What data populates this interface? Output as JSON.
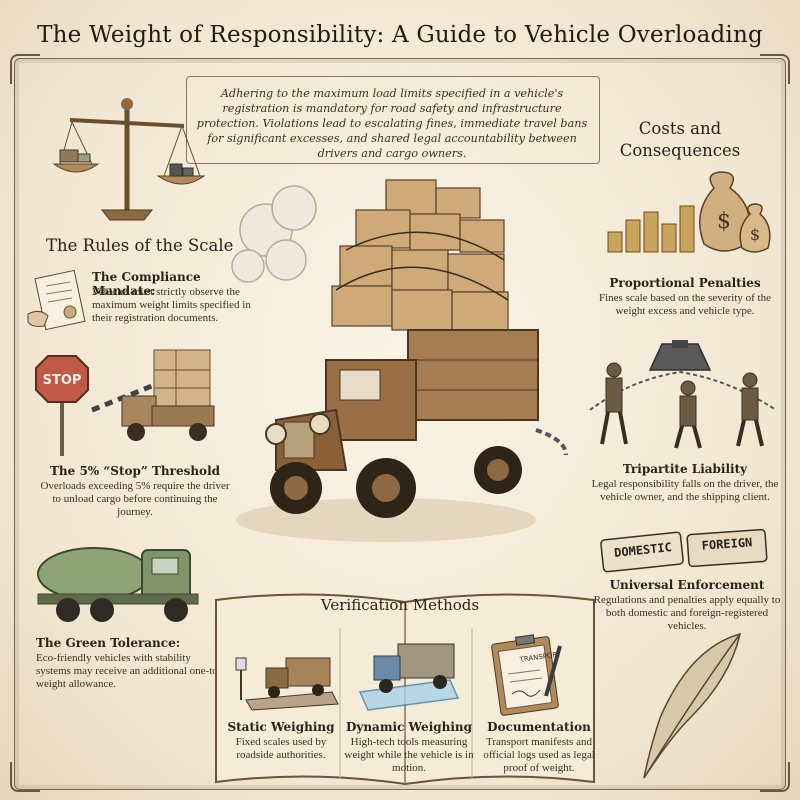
{
  "title": "The Weight of Responsibility: A Guide to Vehicle Overloading",
  "intro": "Adhering to the maximum load limits specified in a vehicle's registration is mandatory for road safety and infrastructure protection. Violations lead to escalating fines, immediate travel bans for significant excesses, and shared legal accountability between drivers and cargo owners.",
  "left": {
    "heading": "The Rules of the Scale",
    "items": [
      {
        "title": "The Compliance Mandate:",
        "text": "Vehicles must strictly observe the maximum weight limits specified in their registration documents."
      },
      {
        "title": "The 5% “Stop” Threshold",
        "text": "Overloads exceeding 5% require the driver to unload cargo before continuing the journey."
      },
      {
        "title": "The Green Tolerance:",
        "text": "Eco-friendly vehicles with stability systems may receive an additional one-ton weight allowance."
      }
    ],
    "stop_sign": "STOP"
  },
  "right": {
    "heading": "Costs and Consequences",
    "items": [
      {
        "title": "Proportional Penalties",
        "text": "Fines scale based on the severity of the weight excess and vehicle type."
      },
      {
        "title": "Tripartite Liability",
        "text": "Legal responsibility falls on the driver, the vehicle owner, and the shipping client."
      },
      {
        "title": "Universal Enforcement",
        "text": "Regulations and penalties apply equally to both domestic and foreign-registered vehicles."
      }
    ],
    "plates": [
      "DOMESTIC",
      "FOREIGN"
    ]
  },
  "verification": {
    "heading": "Verification Methods",
    "methods": [
      {
        "title": "Static Weighing",
        "text": "Fixed scales used by roadside authorities."
      },
      {
        "title": "Dynamic Weighing",
        "text": "High-tech tools measuring weight while the vehicle is in motion."
      },
      {
        "title": "Documentation",
        "text": "Transport manifests and official logs used as legal proof of weight."
      }
    ],
    "clipboard_label": "TRANSPORT"
  },
  "colors": {
    "ink": "#2a2118",
    "parchment": "#f4ecdc",
    "sepia": "#8b6a44",
    "green_truck": "#7f9468"
  }
}
